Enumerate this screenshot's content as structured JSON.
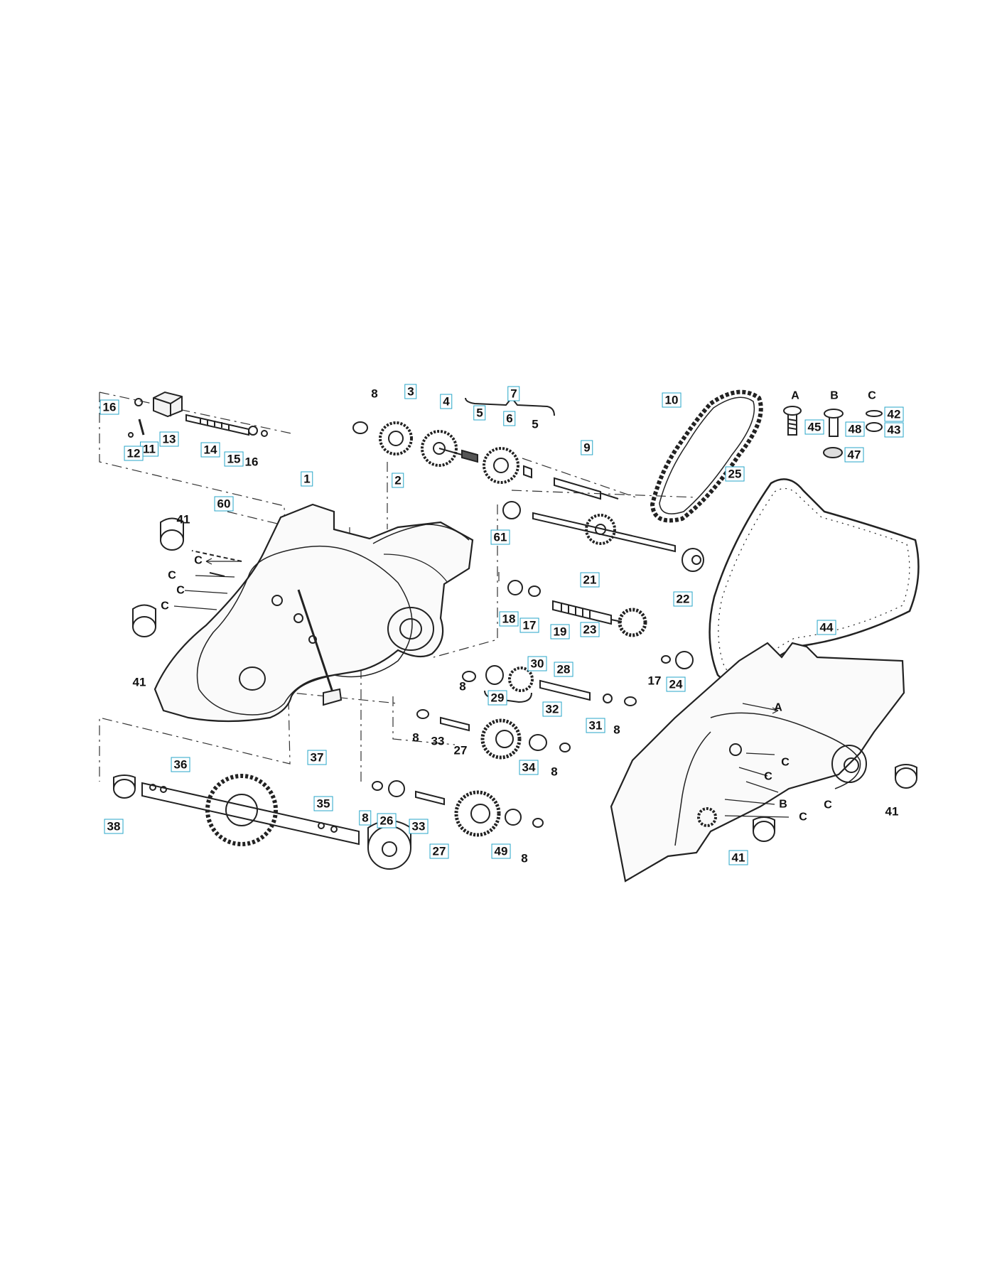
{
  "diagram": {
    "accent_color": "#27a6c8",
    "part_labels": [
      {
        "key": "p16a",
        "text": "16",
        "boxed": true
      },
      {
        "key": "p13",
        "text": "13",
        "boxed": true
      },
      {
        "key": "p11",
        "text": "11",
        "boxed": true
      },
      {
        "key": "p12",
        "text": "12",
        "boxed": true
      },
      {
        "key": "p14",
        "text": "14",
        "boxed": true
      },
      {
        "key": "p15",
        "text": "15",
        "boxed": true
      },
      {
        "key": "p16b",
        "text": "16",
        "boxed": false
      },
      {
        "key": "p8a",
        "text": "8",
        "boxed": false
      },
      {
        "key": "p3",
        "text": "3",
        "boxed": true
      },
      {
        "key": "p4",
        "text": "4",
        "boxed": true
      },
      {
        "key": "p5a",
        "text": "5",
        "boxed": true
      },
      {
        "key": "p7",
        "text": "7",
        "boxed": true
      },
      {
        "key": "p6",
        "text": "6",
        "boxed": true
      },
      {
        "key": "p5b",
        "text": "5",
        "boxed": false
      },
      {
        "key": "p9",
        "text": "9",
        "boxed": true
      },
      {
        "key": "p10",
        "text": "10",
        "boxed": true
      },
      {
        "key": "p25",
        "text": "25",
        "boxed": true
      },
      {
        "key": "p45",
        "text": "45",
        "boxed": true
      },
      {
        "key": "p48",
        "text": "48",
        "boxed": true
      },
      {
        "key": "p42",
        "text": "42",
        "boxed": true
      },
      {
        "key": "p43",
        "text": "43",
        "boxed": true
      },
      {
        "key": "p47",
        "text": "47",
        "boxed": true
      },
      {
        "key": "p1",
        "text": "1",
        "boxed": true
      },
      {
        "key": "p2",
        "text": "2",
        "boxed": true
      },
      {
        "key": "p60",
        "text": "60",
        "boxed": true
      },
      {
        "key": "p41a",
        "text": "41",
        "boxed": false
      },
      {
        "key": "p41b",
        "text": "41",
        "boxed": false
      },
      {
        "key": "p61",
        "text": "61",
        "boxed": true
      },
      {
        "key": "p21",
        "text": "21",
        "boxed": true
      },
      {
        "key": "p22",
        "text": "22",
        "boxed": true
      },
      {
        "key": "p18",
        "text": "18",
        "boxed": true
      },
      {
        "key": "p17a",
        "text": "17",
        "boxed": true
      },
      {
        "key": "p19",
        "text": "19",
        "boxed": true
      },
      {
        "key": "p23",
        "text": "23",
        "boxed": true
      },
      {
        "key": "p17b",
        "text": "17",
        "boxed": false
      },
      {
        "key": "p24",
        "text": "24",
        "boxed": true
      },
      {
        "key": "p30",
        "text": "30",
        "boxed": true
      },
      {
        "key": "p28",
        "text": "28",
        "boxed": true
      },
      {
        "key": "p8b",
        "text": "8",
        "boxed": false
      },
      {
        "key": "p29",
        "text": "29",
        "boxed": true
      },
      {
        "key": "p32",
        "text": "32",
        "boxed": true
      },
      {
        "key": "p31",
        "text": "31",
        "boxed": true
      },
      {
        "key": "p8c",
        "text": "8",
        "boxed": false
      },
      {
        "key": "p8d",
        "text": "8",
        "boxed": false
      },
      {
        "key": "p33a",
        "text": "33",
        "boxed": false
      },
      {
        "key": "p27a",
        "text": "27",
        "boxed": false
      },
      {
        "key": "p34",
        "text": "34",
        "boxed": true
      },
      {
        "key": "p8e",
        "text": "8",
        "boxed": false
      },
      {
        "key": "p37",
        "text": "37",
        "boxed": true
      },
      {
        "key": "p36",
        "text": "36",
        "boxed": true
      },
      {
        "key": "p38",
        "text": "38",
        "boxed": true
      },
      {
        "key": "p35",
        "text": "35",
        "boxed": true
      },
      {
        "key": "p8f",
        "text": "8",
        "boxed": true
      },
      {
        "key": "p26",
        "text": "26",
        "boxed": true
      },
      {
        "key": "p33b",
        "text": "33",
        "boxed": true
      },
      {
        "key": "p27b",
        "text": "27",
        "boxed": true
      },
      {
        "key": "p49",
        "text": "49",
        "boxed": true
      },
      {
        "key": "p8g",
        "text": "8",
        "boxed": false
      },
      {
        "key": "p44",
        "text": "44",
        "boxed": true
      },
      {
        "key": "p41c",
        "text": "41",
        "boxed": false
      },
      {
        "key": "p41d",
        "text": "41",
        "boxed": true
      }
    ],
    "letter_labels": [
      {
        "key": "hA",
        "text": "A"
      },
      {
        "key": "hB",
        "text": "B"
      },
      {
        "key": "hC",
        "text": "C"
      },
      {
        "key": "c1",
        "text": "C"
      },
      {
        "key": "c2",
        "text": "C"
      },
      {
        "key": "c3",
        "text": "C"
      },
      {
        "key": "c4",
        "text": "C"
      },
      {
        "key": "rA",
        "text": "A"
      },
      {
        "key": "rC1",
        "text": "C"
      },
      {
        "key": "rC2",
        "text": "C"
      },
      {
        "key": "rB",
        "text": "B"
      },
      {
        "key": "rC3",
        "text": "C"
      },
      {
        "key": "rC4",
        "text": "C"
      }
    ]
  }
}
